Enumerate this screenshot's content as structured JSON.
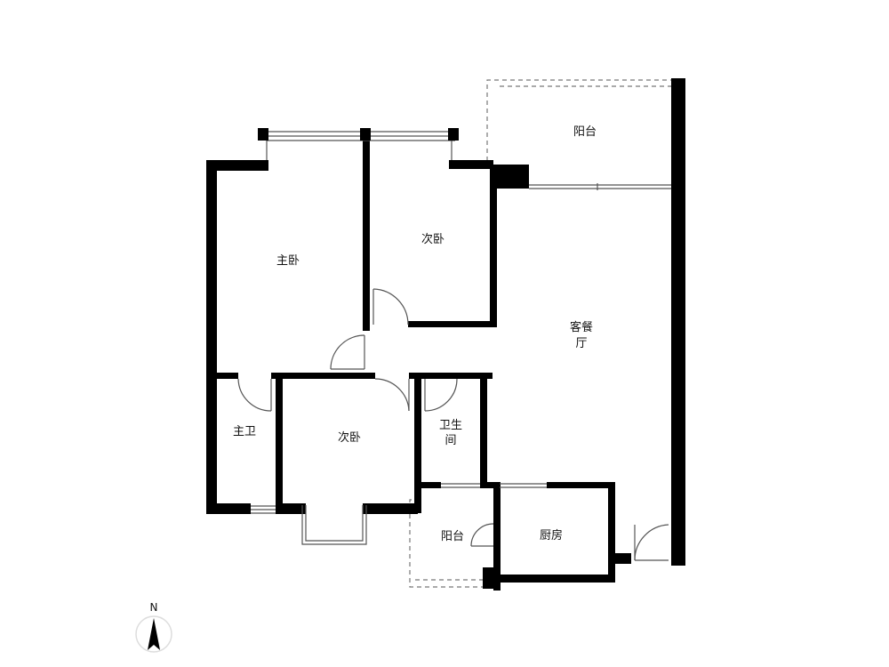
{
  "floor_plan": {
    "rooms": {
      "balcony_north": "阳台",
      "master_bedroom": "主卧",
      "second_bedroom_north": "次卧",
      "living_dining_line1": "客餐",
      "living_dining_line2": "厅",
      "master_bath": "主卫",
      "second_bedroom_south": "次卧",
      "bathroom_line1": "卫生",
      "bathroom_line2": "间",
      "balcony_south": "阳台",
      "kitchen": "厨房"
    },
    "compass": {
      "label": "N"
    },
    "colors": {
      "wall": "#000000",
      "line": "#555555",
      "dashed": "#777777",
      "background": "#ffffff"
    }
  }
}
